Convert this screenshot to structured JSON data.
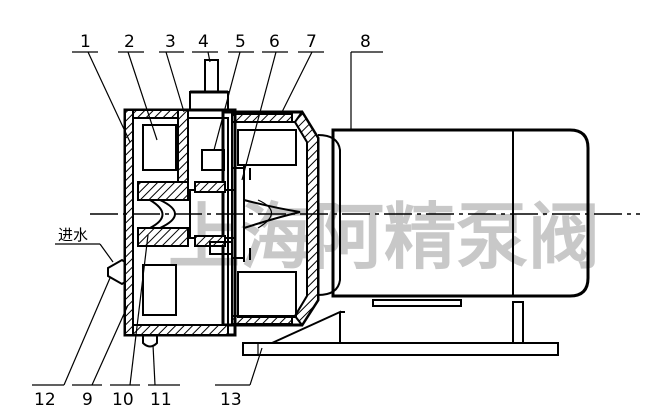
{
  "labels": {
    "top": [
      "1",
      "2",
      "3",
      "4",
      "5",
      "6",
      "7",
      "8"
    ],
    "bottom": [
      "12",
      "9",
      "10",
      "11",
      "13"
    ]
  },
  "inlet_label": "进水",
  "watermark": "上海阿精泵阀"
}
